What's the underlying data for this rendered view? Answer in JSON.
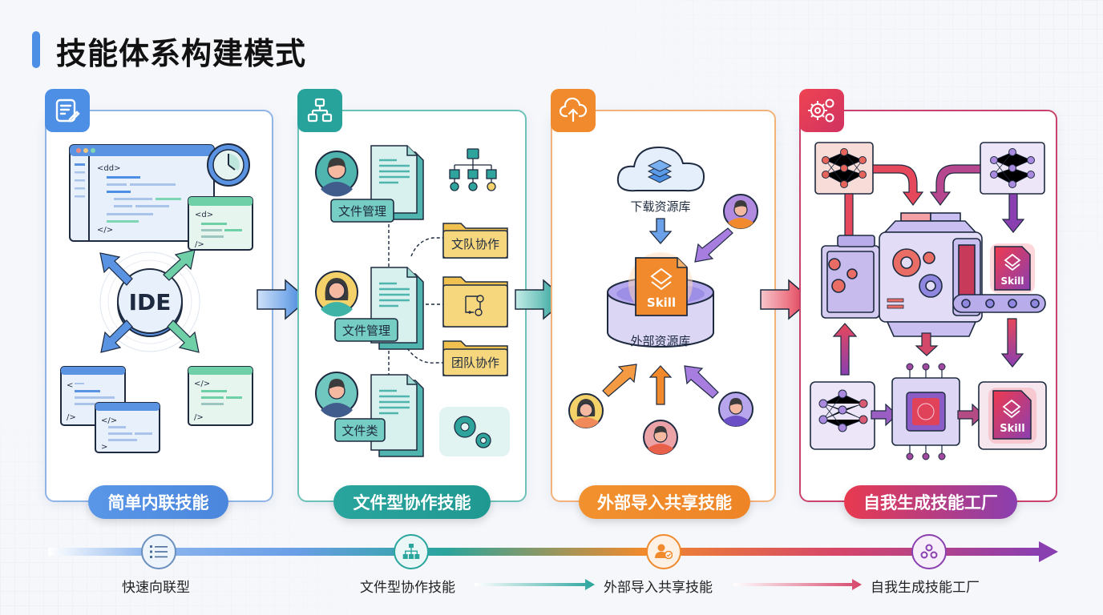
{
  "title": "技能体系构建模式",
  "colors": {
    "blue": "#4e8fe6",
    "teal": "#27a39c",
    "orange": "#f08a2c",
    "red": "#e8384f",
    "purple": "#8a3fb0",
    "yellow": "#f5d16a"
  },
  "panels": [
    {
      "id": "inline",
      "label": "简单内联技能",
      "badge_icon": "document-edit-icon",
      "ide_label": "IDE",
      "code_tags": {
        "main_open": "<dd>",
        "main_close": "</>",
        "side_open": "<d>",
        "side_close": "/>",
        "small1_open": "<",
        "small1_close": "/>",
        "small2_open": "</>",
        "small2_close": ">",
        "small3_open": "</>",
        "small3_close": "/>"
      }
    },
    {
      "id": "file",
      "label": "文件型协作技能",
      "badge_icon": "folder-tree-icon",
      "doc_tags": [
        "文件管理",
        "文件管理",
        "文件类"
      ],
      "folder_tags": [
        "文队协作",
        "团队协作"
      ]
    },
    {
      "id": "external",
      "label": "外部导入共享技能",
      "badge_icon": "cloud-upload-icon",
      "cloud_label": "下载资源库",
      "skill_label": "Skill",
      "repo_label": "外部资源库"
    },
    {
      "id": "factory",
      "label": "自我生成技能工厂",
      "badge_icon": "gears-icon",
      "skill_label": "Skill"
    }
  ],
  "timeline": [
    {
      "label": "快速向联型",
      "icon": "list-icon"
    },
    {
      "label": "文件型协作技能",
      "icon": "hierarchy-icon"
    },
    {
      "label": "外部导入共享技能",
      "icon": "users-icon"
    },
    {
      "label": "自我生成技能工厂",
      "icon": "gears-icon"
    }
  ]
}
